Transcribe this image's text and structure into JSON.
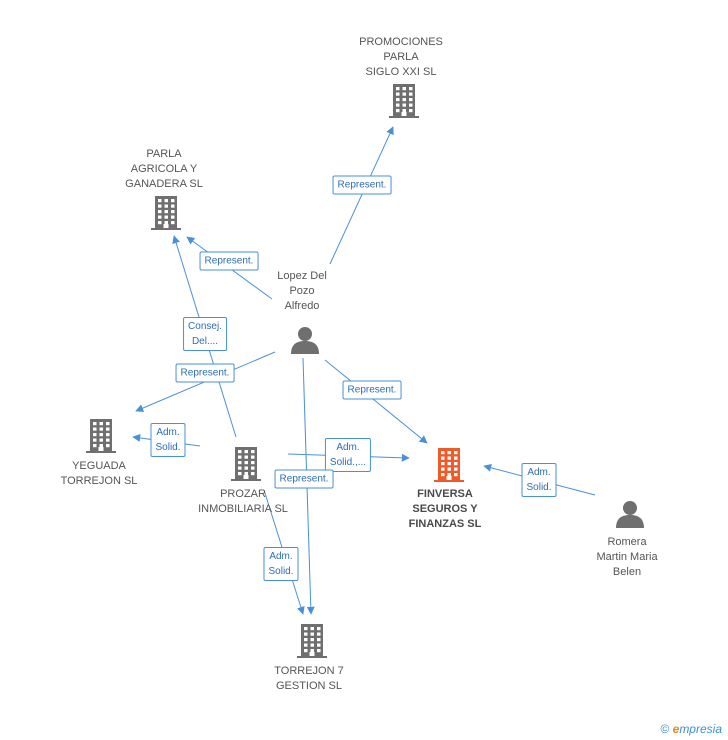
{
  "colors": {
    "edge": "#4a90d9",
    "icon": "#6f6f6f",
    "focus_icon": "#f05a28"
  },
  "nodes": [
    {
      "id": "promociones",
      "type": "company",
      "label": "PROMOCIONES\nPARLA\nSIGLO XXI SL"
    },
    {
      "id": "parla_agricola",
      "type": "company",
      "label": "PARLA\nAGRICOLA Y\nGANADERA SL"
    },
    {
      "id": "lopez",
      "type": "person",
      "label": "Lopez Del\nPozo\nAlfredo"
    },
    {
      "id": "yeguada",
      "type": "company",
      "label": "YEGUADA\nTORREJON SL"
    },
    {
      "id": "prozar",
      "type": "company",
      "label": "PROZAR\nINMOBILIARIA SL"
    },
    {
      "id": "finversa",
      "type": "company",
      "focus": true,
      "label": "FINVERSA\nSEGUROS Y\nFINANZAS SL"
    },
    {
      "id": "romera",
      "type": "person",
      "label": "Romera\nMartin Maria\nBelen"
    },
    {
      "id": "torrejon7",
      "type": "company",
      "label": "TORREJON 7\nGESTION SL"
    }
  ],
  "edges": [
    {
      "from": "lopez",
      "to": "promociones",
      "label": "Represent."
    },
    {
      "from": "lopez",
      "to": "parla_agricola",
      "label": "Represent."
    },
    {
      "from": "prozar",
      "to": "parla_agricola",
      "label": "Consej.\nDel...."
    },
    {
      "from": "lopez",
      "to": "yeguada",
      "label": "Represent."
    },
    {
      "from": "prozar",
      "to": "yeguada",
      "label": "Adm.\nSolid."
    },
    {
      "from": "lopez",
      "to": "finversa",
      "label": "Represent."
    },
    {
      "from": "prozar",
      "to": "finversa",
      "label": "Adm.\nSolid.,..."
    },
    {
      "from": "romera",
      "to": "finversa",
      "label": "Adm.\nSolid."
    },
    {
      "from": "lopez",
      "to": "torrejon7",
      "label": "Represent."
    },
    {
      "from": "prozar",
      "to": "torrejon7",
      "label": "Adm.\nSolid."
    }
  ],
  "footer": {
    "copyright": "©",
    "brand_e": "e",
    "brand_rest": "mpresia"
  }
}
